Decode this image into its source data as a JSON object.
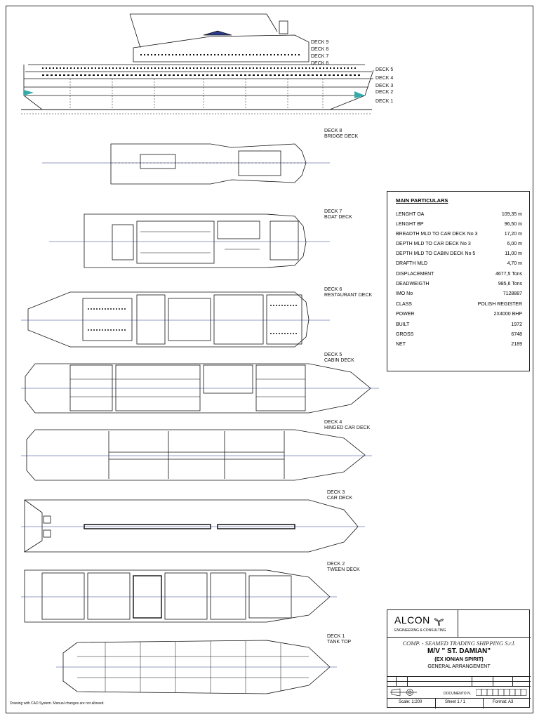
{
  "profile_deck_labels": [
    "DECK 9",
    "DECK 8",
    "DECK 7",
    "DECK 6",
    "DECK 5",
    "DECK 4",
    "DECK 3",
    "DECK 2",
    "DECK 1"
  ],
  "decks": [
    {
      "name": "DECK 8",
      "title": "BRIDGE DECK"
    },
    {
      "name": "DECK 7",
      "title": "BOAT DECK"
    },
    {
      "name": "DECK 6",
      "title": "RESTAURANT DECK"
    },
    {
      "name": "DECK 5",
      "title": "CABIN DECK"
    },
    {
      "name": "DECK 4",
      "title": "HINGED CAR DECK"
    },
    {
      "name": "DECK 3",
      "title": "CAR DECK"
    },
    {
      "name": "DECK 2",
      "title": "TWEEN DECK"
    },
    {
      "name": "DECK 1",
      "title": "TANK TOP"
    }
  ],
  "main_particulars": {
    "title": "MAIN PARTICULARS",
    "rows": [
      {
        "label": "LENGHT OA",
        "value": "109,35 m"
      },
      {
        "label": "LENGHT BP",
        "value": "96,50 m"
      },
      {
        "label": "BREADTH MLD TO CAR DECK No 3",
        "value": "17,20 m"
      },
      {
        "label": "DEPTH MLD TO CAR DECK No 3",
        "value": "6,00 m"
      },
      {
        "label": "DEPTH MLD TO CABIN DECK No 5",
        "value": "11,00 m"
      },
      {
        "label": "DRAFTH MLD",
        "value": "4,70 m"
      },
      {
        "label": "DISPLACEMENT",
        "value": "4677,5 Tons"
      },
      {
        "label": "DEADWEIGTH",
        "value": "985,6 Tons"
      },
      {
        "label": "IMO No",
        "value": "7128887"
      },
      {
        "label": "CLASS",
        "value": "POLISH REGISTER"
      },
      {
        "label": "POWER",
        "value": "2X4000 BHP"
      },
      {
        "label": "BUILT",
        "value": "1972"
      },
      {
        "label": "GROSS",
        "value": "6748"
      },
      {
        "label": "NET",
        "value": "2189"
      }
    ]
  },
  "title_block": {
    "logo": "ALCON",
    "logo_sub": "ENGINEERING & CONSULTING",
    "company": "COMP. - SEAMED TRADING SHIPPING S.r.l.",
    "ship": "M/V \" ST. DAMIAN\"",
    "ex_name": "(EX IONIAN SPIRIT)",
    "drawing": "GENERAL ARRANGEMENT",
    "document_label": "DOCUMENTO N.",
    "scale": "Scale: 1:200",
    "sheet": "Sheet 1 / 1",
    "format": "Format: A3"
  },
  "note": "Drawing with CAD System. Manual changes are not allowed."
}
